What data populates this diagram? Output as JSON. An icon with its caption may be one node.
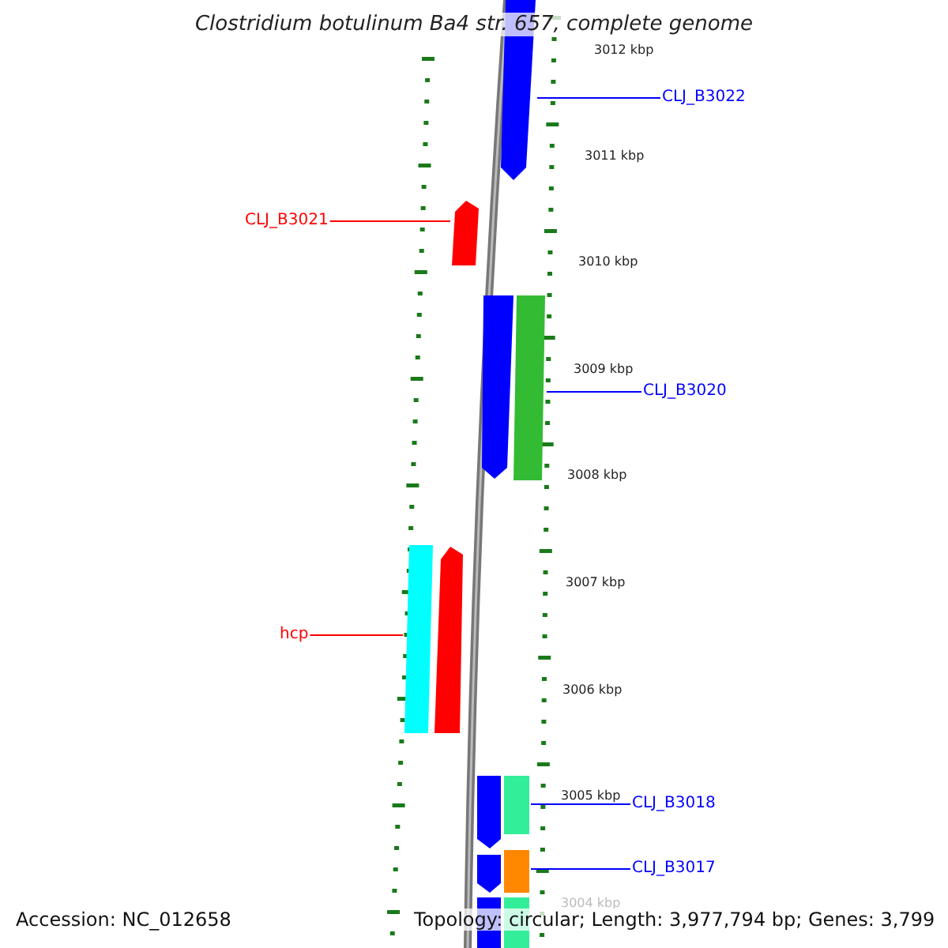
{
  "diagram": {
    "title": "Clostridium botulinum Ba4 str. 657, complete genome",
    "nodes": [
      {
        "text": [],
        "shape": "bar"
      },
      {
        "text": [
          "CLJ_B3022"
        ]
      },
      {
        "text": [
          "CLJ_B3021"
        ]
      },
      {
        "text": [],
        "shape": "bar"
      },
      {
        "text": [],
        "shape": "bar"
      },
      {
        "text": [],
        "shape": "bar"
      },
      {
        "text": [
          "CLJ_B3020"
        ]
      },
      {
        "text": [
          "hcp"
        ]
      },
      {
        "text": [],
        "shape": "bar"
      },
      {
        "text": [],
        "shape": "bar"
      },
      {
        "text": [],
        "shape": "bar"
      },
      {
        "text": [],
        "shape": "bar"
      },
      {
        "text": [
          "CLJ_B3018"
        ]
      },
      {
        "text": [],
        "shape": "bar"
      },
      {
        "text": [],
        "shape": "bar"
      },
      {
        "text": [
          "CLJ_B3017"
        ]
      },
      {
        "text": [],
        "shape": "bar"
      },
      {
        "text": [],
        "shape": "bar"
      }
    ],
    "edges": [
      {
        "from": 1,
        "to": 0,
        "arrow": "none"
      },
      {
        "from": 2,
        "to": 3,
        "arrow": "none",
        "color": "#ff0000"
      },
      {
        "from": 6,
        "to": 5,
        "arrow": "none"
      },
      {
        "from": 7,
        "to": 8,
        "arrow": "none",
        "color": "#ff0000"
      },
      {
        "from": 12,
        "to": 11,
        "arrow": "none"
      },
      {
        "from": 15,
        "to": 14,
        "arrow": "none"
      }
    ],
    "labels": [
      "3012 kbp",
      "3011 kbp",
      "3010 kbp",
      "3009 kbp",
      "3008 kbp",
      "3007 kbp",
      "3006 kbp",
      "3005 kbp",
      "3004 kbp",
      "Accession: NC_012658",
      "Topology: circular; Length: 3,977,794 bp; Genes: 3,799"
    ]
  }
}
